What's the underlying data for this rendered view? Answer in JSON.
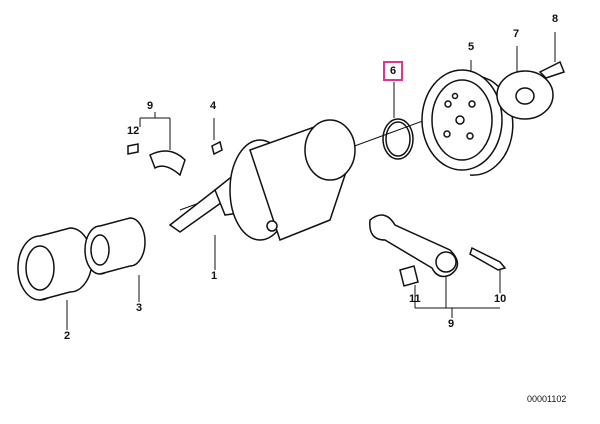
{
  "highlight_color": "#e0358f",
  "callouts": {
    "c8": "8",
    "c7": "7",
    "c5": "5",
    "c6": "6",
    "c9a": "9",
    "c4": "4",
    "c12": "12",
    "c1": "1",
    "c3": "3",
    "c2": "2",
    "c11": "11",
    "c10": "10",
    "c9b": "9"
  },
  "diagram_code": "00001102"
}
